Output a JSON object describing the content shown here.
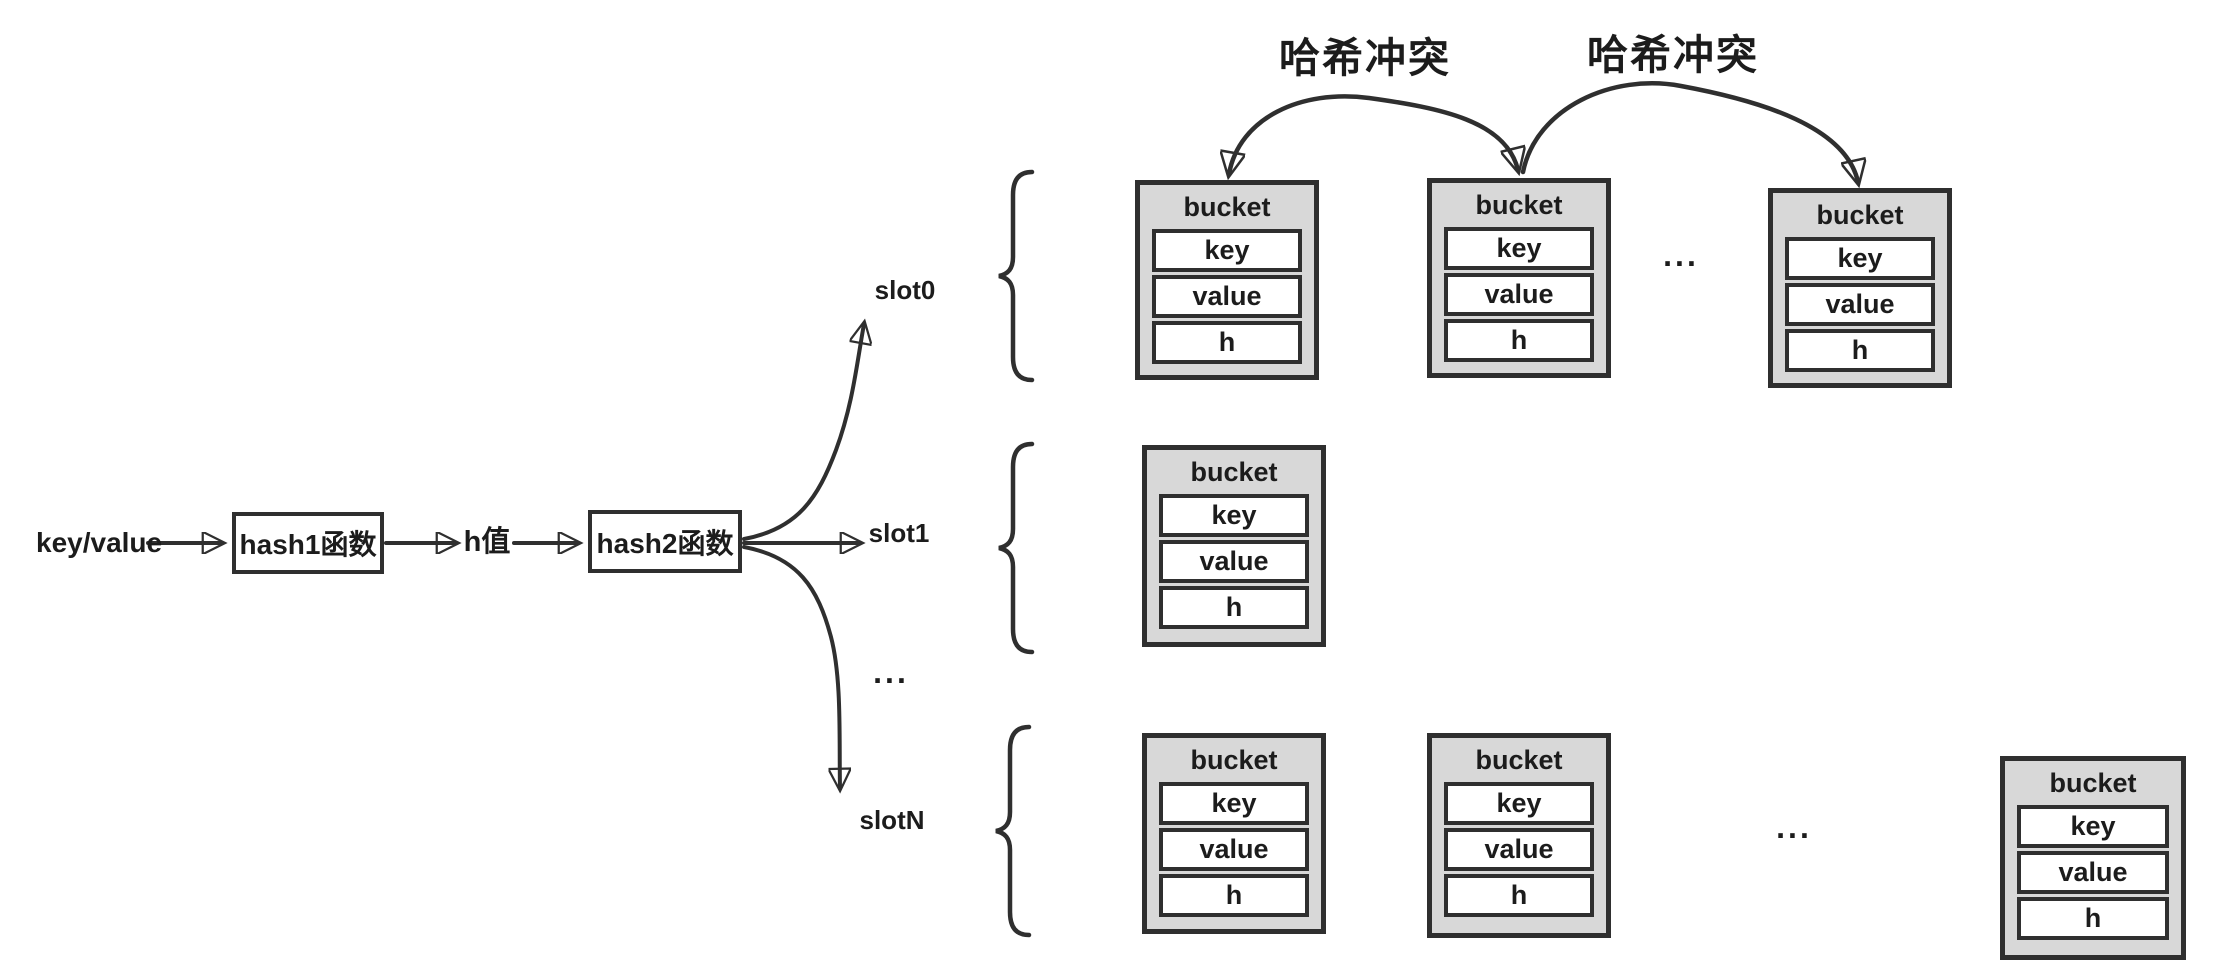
{
  "title": "hash table with hash collision diagram",
  "colors": {
    "line": "#2f2f2f",
    "bucket_fill": "#d8d8d8",
    "row_fill": "#ffffff",
    "text": "#1c1c1c",
    "background": "#ffffff"
  },
  "collision": {
    "left_label": "哈希冲突",
    "right_label": "哈希冲突"
  },
  "flow": {
    "input_label": "key/value",
    "hash1_label": "hash1函数",
    "hvalue_label": "h值",
    "hash2_label": "hash2函数"
  },
  "slots": {
    "slot0": "slot0",
    "slot1": "slot1",
    "ellipsis": "...",
    "slotN": "slotN"
  },
  "bucket": {
    "title": "bucket",
    "fields": [
      "key",
      "value",
      "h"
    ]
  },
  "ellipses": {
    "row1": "...",
    "row3": "..."
  },
  "icons": {
    "arrowhead": "triangle-arrowhead",
    "brace": "left-curly-brace"
  }
}
